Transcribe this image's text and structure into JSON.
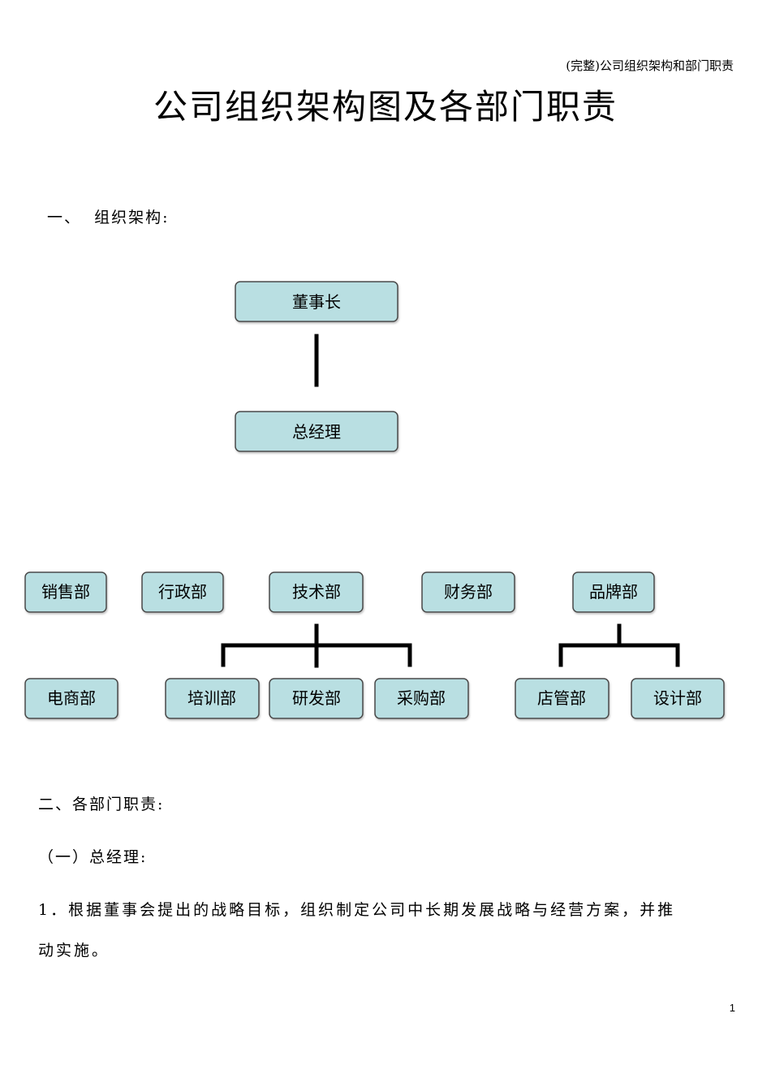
{
  "header": {
    "running_title": "(完整)公司组织架构和部门职责"
  },
  "document": {
    "title": "公司组织架构图及各部门职责"
  },
  "section1": {
    "heading": "一、  组织架构:"
  },
  "org_chart": {
    "chairman": "董事长",
    "general_manager": "总经理",
    "departments": {
      "sales": "销售部",
      "admin": "行政部",
      "tech": "技术部",
      "finance": "财务部",
      "brand": "品牌部",
      "ecommerce": "电商部",
      "training": "培训部",
      "rnd": "研发部",
      "purchasing": "采购部",
      "store_mgmt": "店管部",
      "design": "设计部"
    }
  },
  "section2": {
    "heading": "二、各部门职责:",
    "subheading": "（一）总经理:",
    "item1_line1": "1．根据董事会提出的战略目标，组织制定公司中长期发展战略与经营方案，并推",
    "item1_line2": "动实施。"
  },
  "footer": {
    "page_number": "1"
  },
  "colors": {
    "node_fill": "#b9dfe2",
    "node_stroke": "#4a4a4a",
    "connector": "#000000"
  }
}
